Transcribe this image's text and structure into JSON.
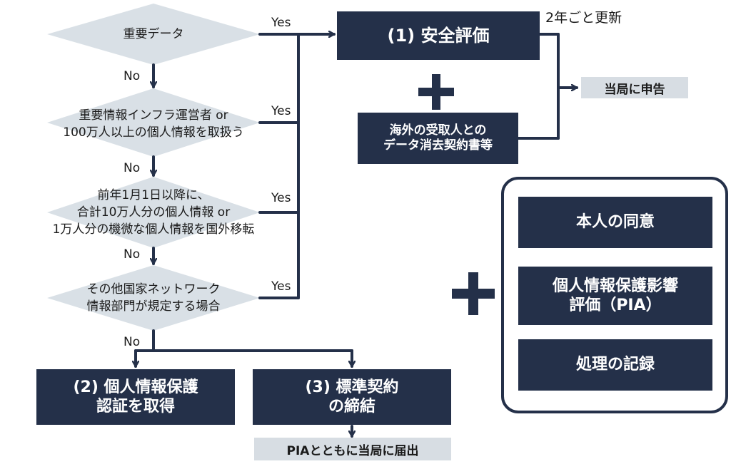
{
  "decisions": [
    {
      "id": "important-data",
      "text": "重要データ",
      "no_label": "No",
      "yes_label": "Yes"
    },
    {
      "id": "cii-operator",
      "text": "重要情報インフラ運営者 or\n100万人以上の個人情報を取扱う",
      "no_label": "No",
      "yes_label": "Yes"
    },
    {
      "id": "cross-border-volume",
      "text": "前年1月1日以降に、\n合計10万人分の個人情報 or\n1万人分の機微な個人情報を国外移転",
      "no_label": "No",
      "yes_label": "Yes"
    },
    {
      "id": "other-cases",
      "text": "その他国家ネットワーク\n情報部門が規定する場合",
      "no_label": "No",
      "yes_label": "Yes"
    }
  ],
  "route1": {
    "title": "(1) 安全評価",
    "renewal_note": "2年ごと更新",
    "contract_box": "海外の受取人との\nデータ消去契約書等",
    "report_box": "当局に申告"
  },
  "route2": {
    "title": "(2) 個人情報保護\n認証を取得"
  },
  "route3": {
    "title": "(3) 標準契約\nの締結",
    "filing_box": "PIAとともに当局に届出"
  },
  "requirements": [
    {
      "label": "本人の同意"
    },
    {
      "label": "個人情報保護影響\n評価（PIA）"
    },
    {
      "label": "処理の記録"
    }
  ],
  "colors": {
    "navy": "#243049",
    "diamond": "#d9e0e6",
    "gray_box": "#d7dde3"
  }
}
